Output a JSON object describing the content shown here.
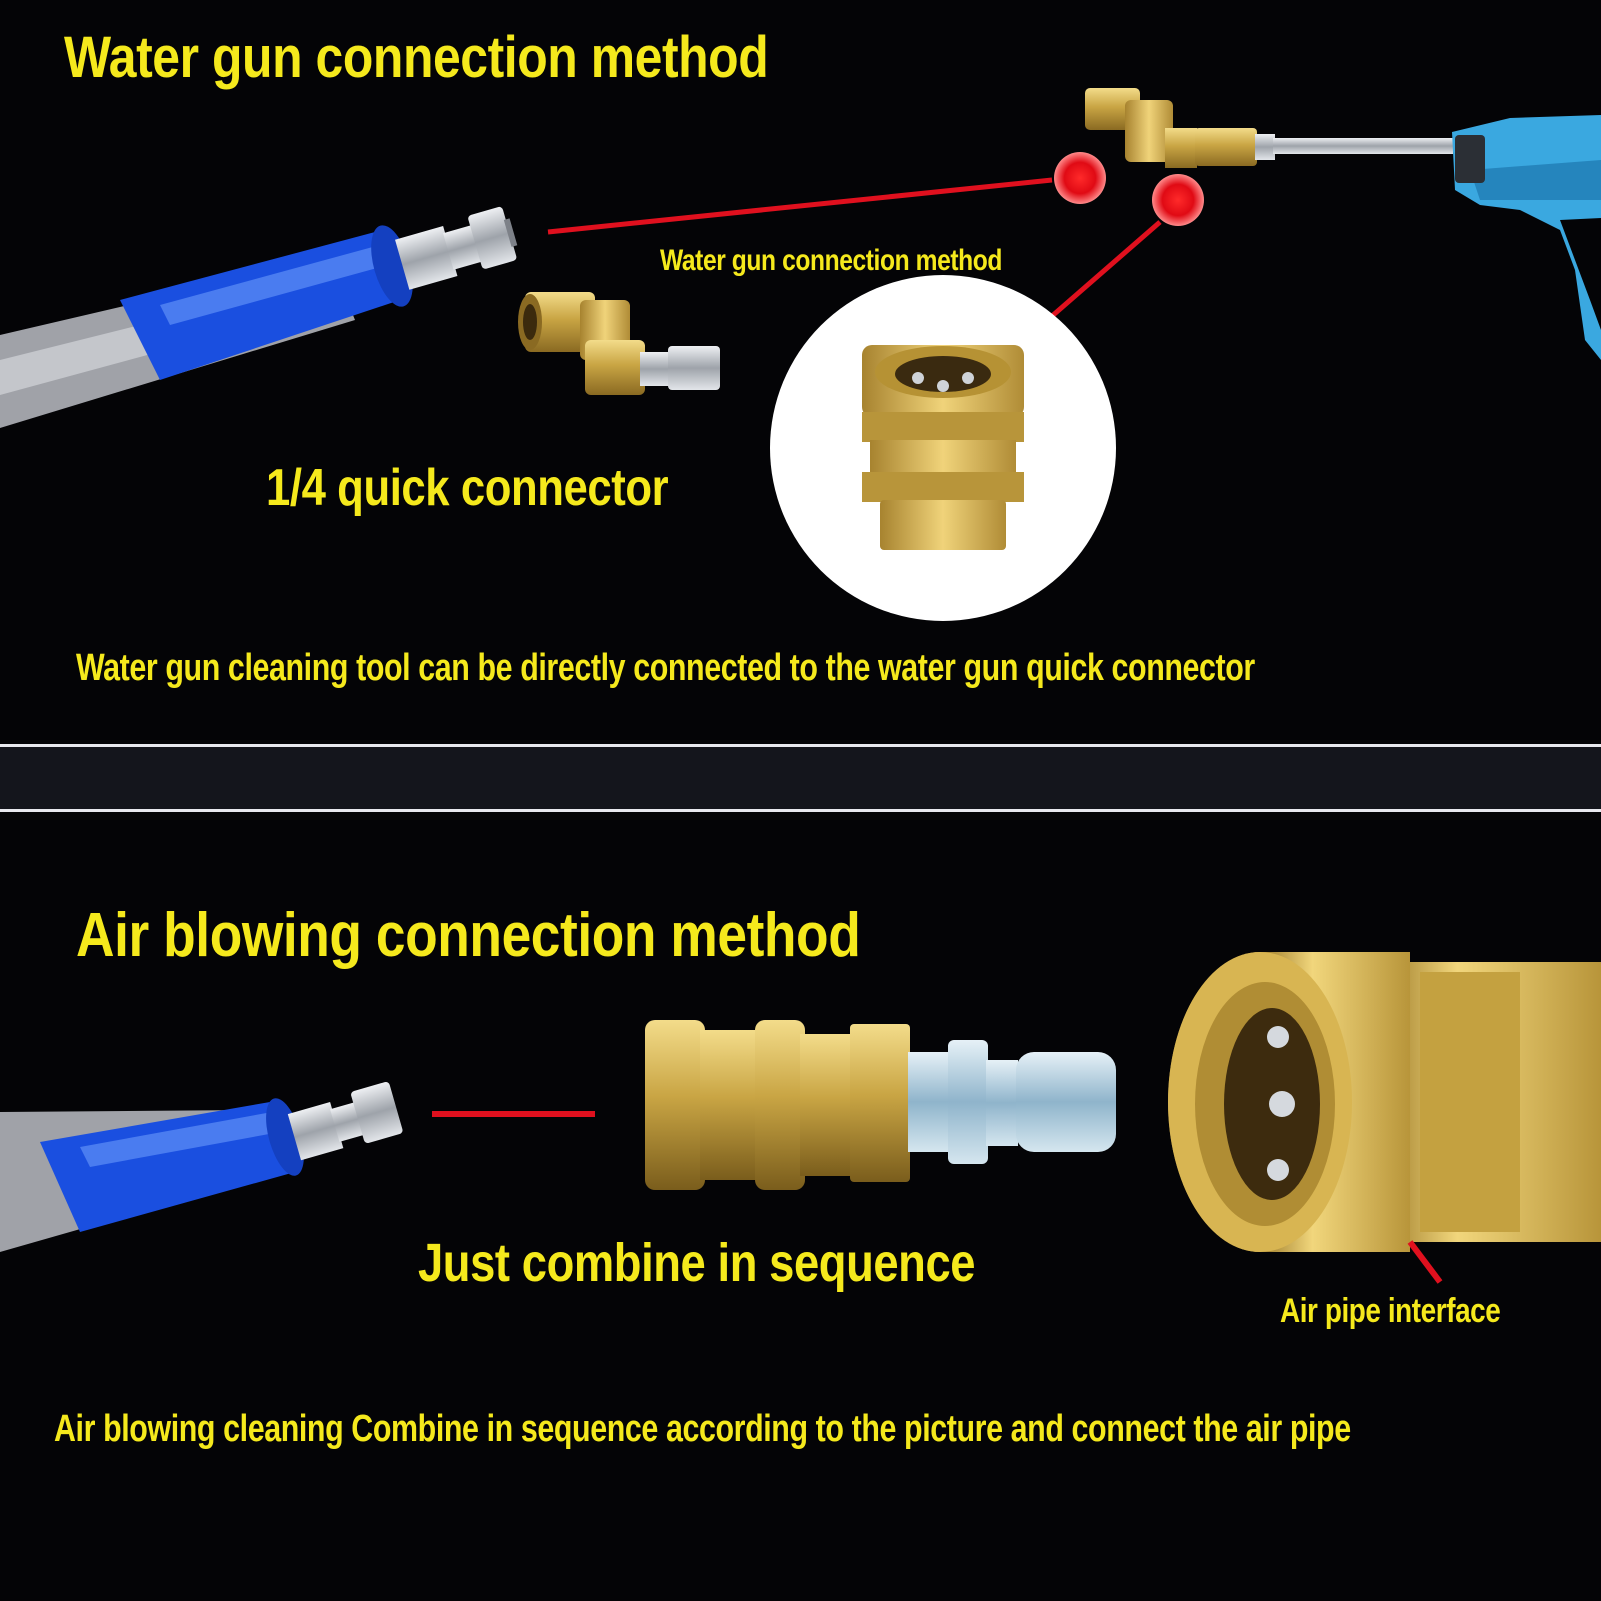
{
  "top_section": {
    "title": "Water gun connection method",
    "small_label": "Water gun connection method",
    "connector_label": "1/4 quick connector",
    "description": "Water gun cleaning tool can be directly connected to the water gun quick connector"
  },
  "bottom_section": {
    "title": "Air blowing connection method",
    "sequence_label": "Just combine in sequence",
    "interface_label": "Air pipe interface",
    "description": "Air blowing cleaning Combine in sequence according to the picture and connect the air pipe"
  },
  "colors": {
    "text": "#f5e91c",
    "background": "#040406",
    "divider": "#e8e8ee",
    "pointer_line": "#e0101e",
    "hose_blue": "#1a4fe0",
    "hose_grey": "#9a9ca3",
    "brass": "#c9a544",
    "steel": "#c8ccd2",
    "gun_blue": "#3aa8e0"
  },
  "icons": [
    "hose-icon",
    "quick-plug-icon",
    "swivel-coupler-icon",
    "spray-gun-icon",
    "brass-coupler-icon",
    "air-plug-icon"
  ]
}
